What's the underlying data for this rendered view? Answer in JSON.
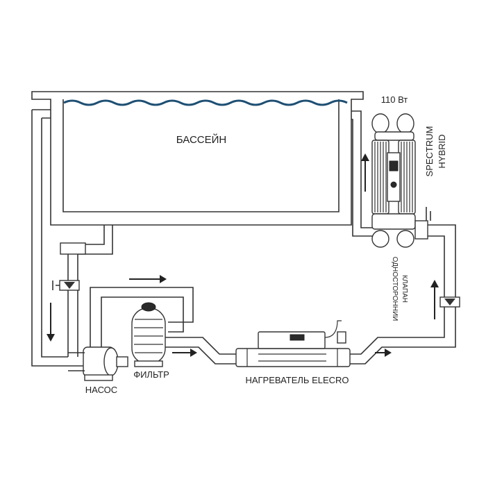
{
  "labels": {
    "pool": "БАССЕЙН",
    "power": "110 Вт",
    "uv_name_line1": "SPECTRUM",
    "uv_name_line2": "HYBRID",
    "valve_line1": "ОДНОСТОРОННИИ",
    "valve_line2": "КЛАПАН",
    "pump": "НАСОС",
    "filter": "ФИЛЬТР",
    "heater": "НАГРЕВАТЕЛЬ ELECRO"
  },
  "colors": {
    "water": "#1e4f73",
    "line": "#333333"
  }
}
